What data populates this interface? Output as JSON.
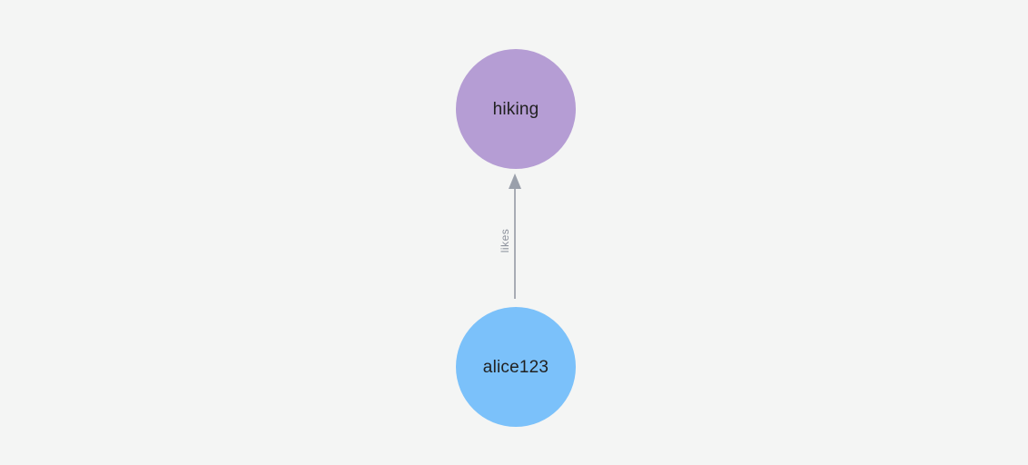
{
  "canvas": {
    "background_color": "#f4f5f4"
  },
  "graph": {
    "nodes": [
      {
        "id": "hiking",
        "label": "hiking",
        "fill_color": "#b59dd4",
        "text_color": "#212121",
        "shape": "circle"
      },
      {
        "id": "alice123",
        "label": "alice123",
        "fill_color": "#7bc1fa",
        "text_color": "#212121",
        "shape": "circle"
      }
    ],
    "edges": [
      {
        "label": "likes",
        "from": "alice123",
        "to": "hiking",
        "line_color": "#a8acb4",
        "arrowhead_color": "#9aa0ab",
        "label_color": "#8e939d"
      }
    ]
  }
}
